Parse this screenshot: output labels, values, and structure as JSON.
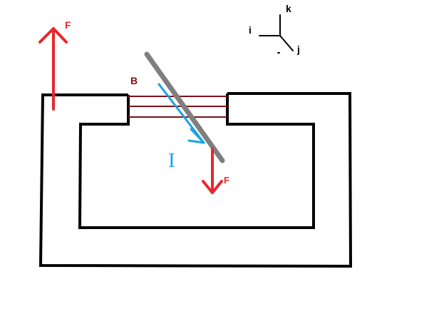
{
  "labels": {
    "force_top": "F",
    "force_bottom": "F",
    "field": "B",
    "current": "I",
    "axis_k": "k",
    "axis_i": "i",
    "axis_j": "j"
  },
  "colors": {
    "background": "#ffffff",
    "frame": "#000000",
    "force": "#e8272d",
    "field_lines": "#7f1017",
    "rod": "#7f7f7f",
    "current": "#1aa3e0",
    "axes": "#000000"
  }
}
